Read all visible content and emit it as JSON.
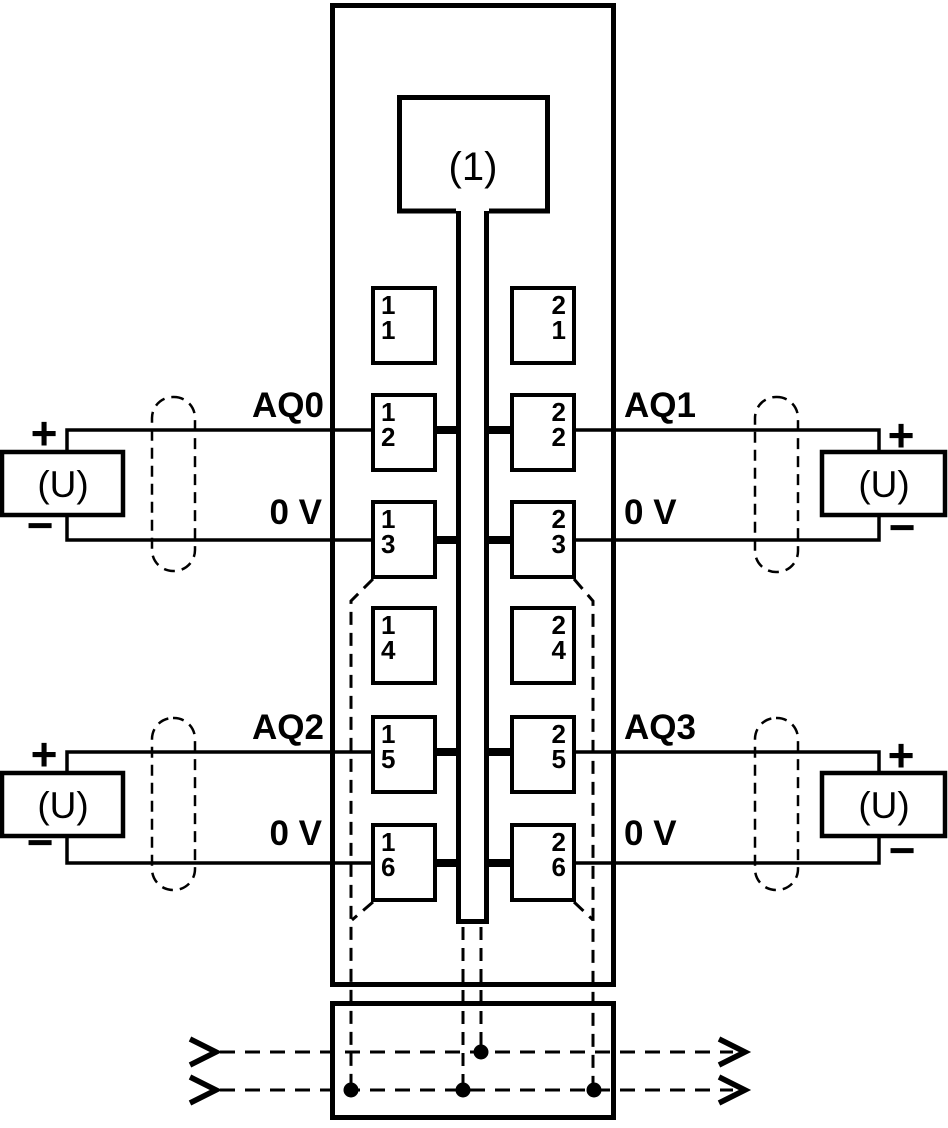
{
  "colors": {
    "ink": "#000000",
    "paper": "#ffffff"
  },
  "module": {
    "label": "(1)"
  },
  "terminals": {
    "left": [
      {
        "group": "1",
        "pin": "1"
      },
      {
        "group": "1",
        "pin": "2"
      },
      {
        "group": "1",
        "pin": "3"
      },
      {
        "group": "1",
        "pin": "4"
      },
      {
        "group": "1",
        "pin": "5"
      },
      {
        "group": "1",
        "pin": "6"
      }
    ],
    "right": [
      {
        "group": "2",
        "pin": "1"
      },
      {
        "group": "2",
        "pin": "2"
      },
      {
        "group": "2",
        "pin": "3"
      },
      {
        "group": "2",
        "pin": "4"
      },
      {
        "group": "2",
        "pin": "5"
      },
      {
        "group": "2",
        "pin": "6"
      }
    ]
  },
  "channels": [
    {
      "signal": "AQ0",
      "ground": "0 V",
      "source": "(U)",
      "plus": "+",
      "minus": "−"
    },
    {
      "signal": "AQ1",
      "ground": "0 V",
      "source": "(U)",
      "plus": "+",
      "minus": "−"
    },
    {
      "signal": "AQ2",
      "ground": "0 V",
      "source": "(U)",
      "plus": "+",
      "minus": "−"
    },
    {
      "signal": "AQ3",
      "ground": "0 V",
      "source": "(U)",
      "plus": "+",
      "minus": "−"
    }
  ]
}
